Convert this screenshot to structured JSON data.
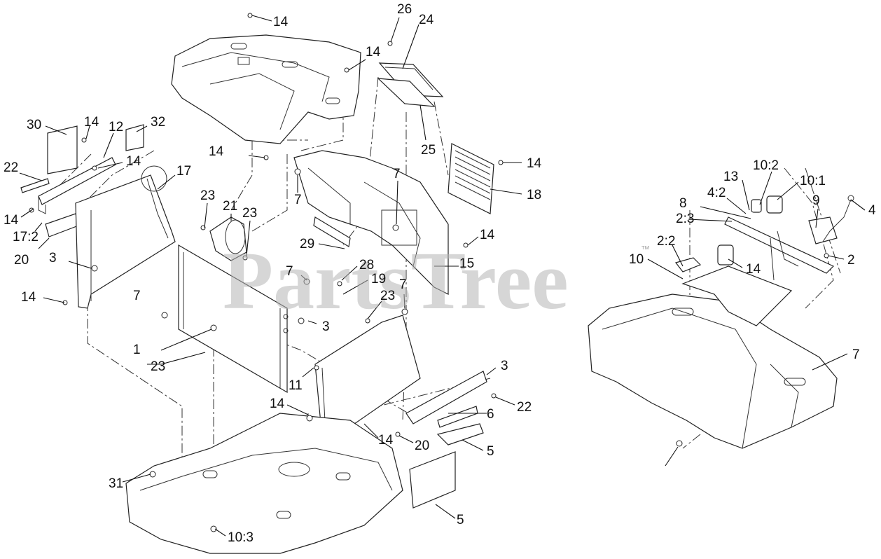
{
  "watermark": {
    "text": "PartsTree",
    "trademark": "™"
  },
  "colors": {
    "line": "#222222",
    "watermark": "#b5b5b5",
    "background": "#ffffff"
  },
  "callouts": [
    "14",
    "26",
    "24",
    "14",
    "30",
    "14",
    "12",
    "32",
    "22",
    "14",
    "17",
    "14",
    "17:2",
    "20",
    "25",
    "14",
    "7",
    "23",
    "21",
    "23",
    "7",
    "14",
    "14",
    "18",
    "29",
    "15",
    "3",
    "7",
    "28",
    "19",
    "7",
    "23",
    "7",
    "14",
    "3",
    "1",
    "23",
    "11",
    "3",
    "14",
    "22",
    "6",
    "14",
    "20",
    "5",
    "31",
    "5",
    "10:3",
    "10:2",
    "13",
    "10:1",
    "4:2",
    "8",
    "9",
    "4",
    "2:3",
    "2:2",
    "10",
    "14",
    "2",
    "7"
  ]
}
